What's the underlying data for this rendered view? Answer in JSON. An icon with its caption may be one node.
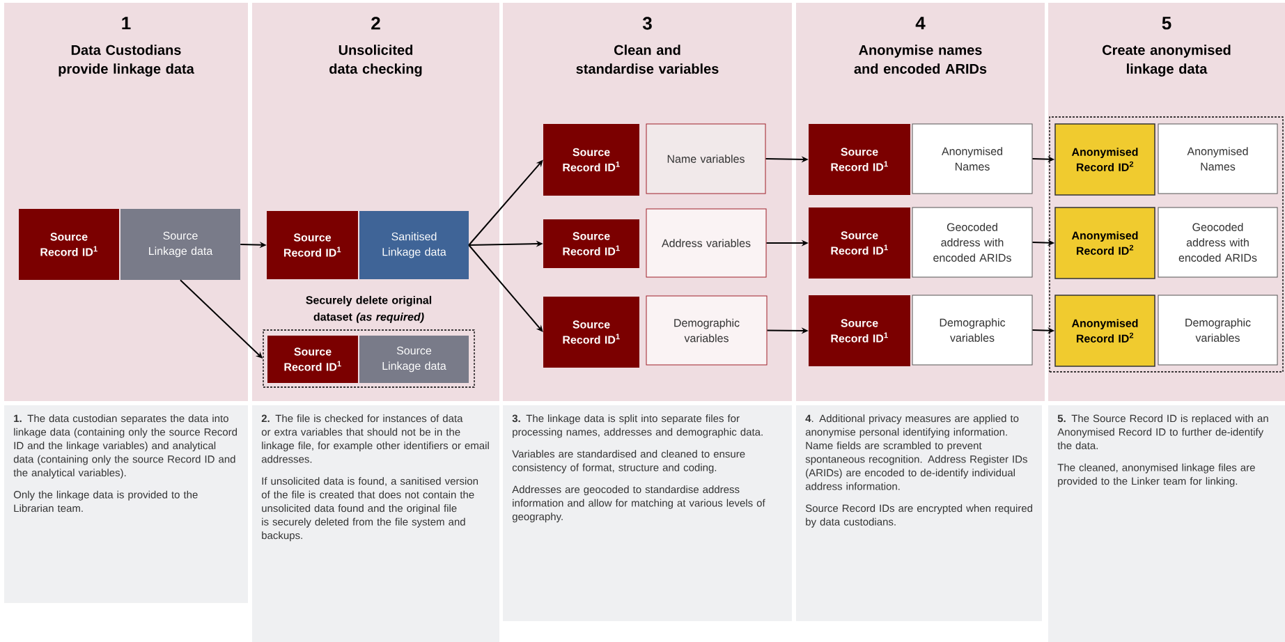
{
  "diagram": {
    "nodes": [
      {
        "text": [
          "1",
          "Data Custodians provide linkage data"
        ]
      },
      {
        "text": [
          "Source Record ID$^{1}$"
        ],
        "in": 0
      },
      {
        "text": [
          "Source Linkage data"
        ],
        "in": 0
      },
      {
        "text": [
          "2",
          "Unsolicited data checking"
        ]
      },
      {
        "text": [
          "Source Record ID$^{1}$"
        ],
        "in": 3
      },
      {
        "text": [
          "Sanitised Linkage data"
        ],
        "in": 3
      },
      {
        "text": [
          "Securely delete original dataset *(as required)*"
        ],
        "in": 3
      },
      {
        "text": [
          "Source Record ID$^{1}$"
        ],
        "in": 6
      },
      {
        "text": [
          "Source Linkage data"
        ],
        "in": 6
      },
      {
        "text": [
          "3",
          "Clean and standardise variables"
        ]
      },
      {
        "text": [
          "Source Record ID$^{1}$"
        ],
        "in": 9
      },
      {
        "text": [
          "Name variables"
        ],
        "in": 9
      },
      {
        "text": [
          "Source Record ID$^{1}$"
        ],
        "in": 9
      },
      {
        "text": [
          "Address variables"
        ],
        "in": 9
      },
      {
        "text": [
          "Source Record ID$^{1}$"
        ],
        "in": 9
      },
      {
        "text": [
          "Demographic variables"
        ],
        "in": 9
      },
      {
        "text": [
          "4",
          "Anonymise names and encoded ARIDs"
        ]
      },
      {
        "text": [
          "Source Record ID$^{1}$"
        ],
        "in": 16
      },
      {
        "text": [
          "Anonymised Names"
        ],
        "in": 16
      },
      {
        "text": [
          "Source Record ID$^{1}$"
        ],
        "in": 16
      },
      {
        "text": [
          "Geocoded address with encoded ARIDs"
        ],
        "in": 16
      },
      {
        "text": [
          "Source Record ID$^{1}$"
        ],
        "in": 16
      },
      {
        "text": [
          "Demographic variables"
        ],
        "in": 16
      },
      {
        "text": [
          "5",
          "Create anonymised linkage data"
        ]
      },
      {
        "text": [],
        "shape": "box",
        "in": 23
      },
      {
        "text": [
          "Anonymised Record ID$^{2}$"
        ],
        "in": 24
      },
      {
        "text": [
          "Anonymised Names"
        ],
        "in": 24
      },
      {
        "text": [
          "Anonymised Record ID$^{2}$"
        ],
        "in": 24
      },
      {
        "text": [
          "Geocoded address with encoded ARIDs"
        ],
        "in": 24
      },
      {
        "text": [
          "Anonymised Record ID$^{2}$"
        ],
        "in": 24
      },
      {
        "text": [
          "Demographic variables"
        ],
        "in": 24
      },
      {
        "text": [
          "**1.** The data custodian separates the data into linkage data (containing only the source Record ID and the linkage variables) and analytical data (containing only the source Record ID and the analytical variables).",
          "Only the linkage data is provided to the Librarian team."
        ]
      },
      {
        "text": [
          "**2.** The file is checked for instances of data or extra variables that should not be in the linkage file, for example other identifiers or email addresses.",
          "If unsolicited data is found, a sanitised version of the file is created that does not contain the unsolicited data found and the original file is securely deleted from the file system and backups."
        ]
      },
      {
        "text": [
          "**3.** The linkage data is split into separate files for processing names, addresses and demographic data.",
          "Variables are standardised and cleaned to ensure consistency of format, structure and coding.",
          "Addresses are geocoded to standardise address information and allow for matching at various levels of geography."
        ]
      },
      {
        "text": [
          "**4**. Additional privacy measures are applied to anonymise personal identifying information. Name fields are scrambled to prevent spontaneous recognition. Address Register IDs (ARIDs) are encoded to de-identify individual address information.",
          "Source Record IDs are encrypted when required by data custodians."
        ]
      },
      {
        "text": [
          "**5.** The Source Record ID is replaced with an Anonymised Record ID to further de-identify the data.",
          "The cleaned, anonymised linkage files are provided to the Linker team for linking."
        ]
      }
    ],
    "edges": [
      {
        "from": 2,
        "to": 4,
        "arrow": "to"
      },
      {
        "from": 2,
        "to": 6,
        "arrow": "to"
      },
      {
        "from": 5,
        "to": 10,
        "arrow": "to"
      },
      {
        "from": 5,
        "to": 12,
        "arrow": "to"
      },
      {
        "from": 5,
        "to": 14,
        "arrow": "to"
      },
      {
        "from": 11,
        "to": 17,
        "arrow": "to"
      },
      {
        "from": 13,
        "to": 19,
        "arrow": "to"
      },
      {
        "from": 15,
        "to": 21,
        "arrow": "to"
      },
      {
        "from": 18,
        "to": 25,
        "arrow": "to"
      },
      {
        "from": 20,
        "to": 27,
        "arrow": "to"
      },
      {
        "from": 22,
        "to": 29,
        "arrow": "to"
      }
    ]
  }
}
